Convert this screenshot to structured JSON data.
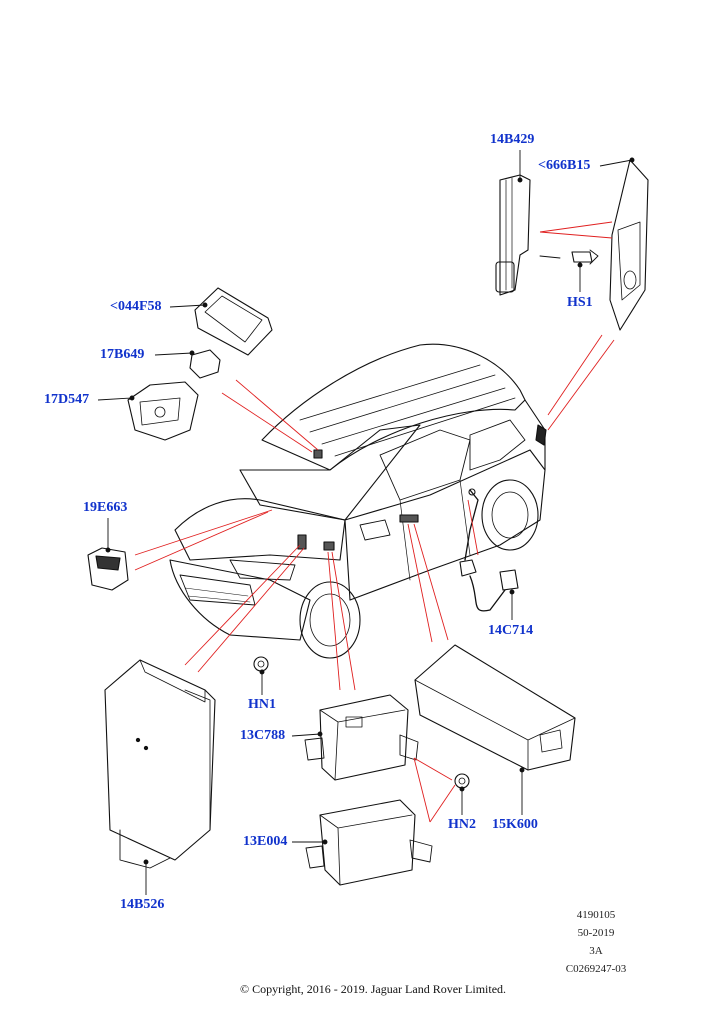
{
  "callouts": {
    "p14b429": "14B429",
    "p666b15": "<666B15",
    "hs1": "HS1",
    "p044f58": "<044F58",
    "p17b649": "17B649",
    "p17d547": "17D547",
    "p19e663": "19E663",
    "p14c714": "14C714",
    "hn1": "HN1",
    "p13c788": "13C788",
    "hn2": "HN2",
    "p15k600": "15K600",
    "p13e004": "13E004",
    "p14b526": "14B526"
  },
  "reference": {
    "line1": "4190105",
    "line2": "50-2019",
    "line3": "3A",
    "line4": "C0269247-03"
  },
  "copyright": "© Copyright, 2016 - 2019. Jaguar Land Rover Limited.",
  "colors": {
    "callout_text": "#1133cc",
    "leader_red": "#e02020",
    "outline": "#111111"
  }
}
